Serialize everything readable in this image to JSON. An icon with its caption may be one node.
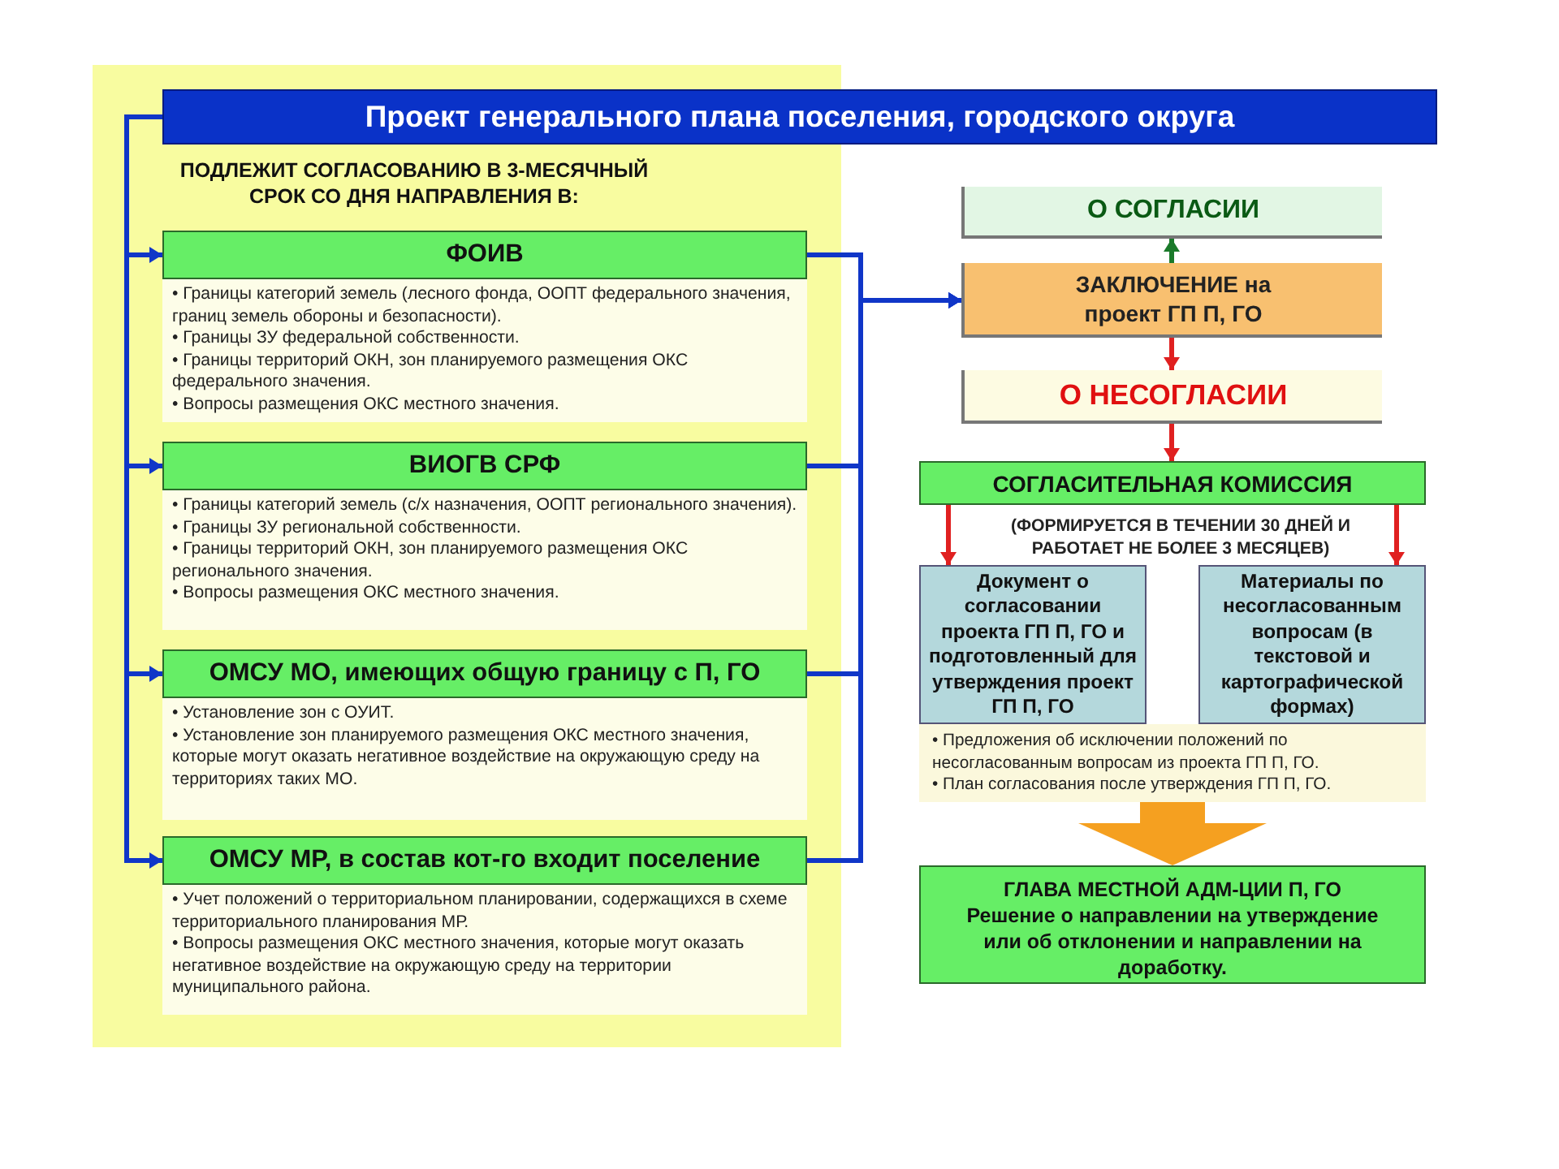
{
  "diagram": {
    "nodes": [
      {
        "text": [
          "Проект  генерального плана поселения, городского округа"
        ]
      },
      {
        "text": [
          "ПОДЛЕЖИТ СОГЛАСОВАНИЮ  В 3-МЕСЯЧНЫЙ СРОК СО ДНЯ НАПРАВЛЕНИЯ  В:"
        ]
      },
      {
        "text": [
          "ФОИВ",
          "• Границы категорий земель (лесного фонда, ООПТ федерального значения, границ земель обороны и безопасности).",
          "• Границы ЗУ федеральной собственности.",
          "• Границы территорий ОКН, зон планируемого размещения ОКС федерального значения.",
          "• Вопросы размещения ОКС местного значения."
        ],
        "in": 1
      },
      {
        "text": [
          "ВИОГВ СРФ",
          "• Границы категорий земель (с/х назначения, ООПТ регионального значения).",
          "• Границы ЗУ региональной собственности.",
          "• Границы территорий ОКН, зон планируемого размещения ОКС регионального значения.",
          "• Вопросы размещения ОКС местного значения."
        ],
        "in": 1
      },
      {
        "text": [
          "ОМСУ МО, имеющих общую границу с П, ГО",
          "• Установление зон с ОУИТ.",
          "• Установление зон планируемого размещения ОКС местного значения, которые могут оказать негативное воздействие на окружающую среду на территориях таких МО."
        ],
        "in": 1
      },
      {
        "text": [
          "ОМСУ МР, в состав кот-го входит поселение",
          "• Учет положений о территориальном планировании, содержащихся в схеме территориального планирования МР.",
          "• Вопросы размещения ОКС местного значения, которые могут оказать негативное воздействие на окружающую среду на территории муниципального района."
        ],
        "in": 1
      },
      {
        "text": [
          "О СОГЛАСИИ"
        ]
      },
      {
        "text": [
          "ЗАКЛЮЧЕНИЕ на проект ГП П, ГО"
        ]
      },
      {
        "text": [
          "О НЕСОГЛАСИИ"
        ]
      },
      {
        "text": [
          "СОГЛАСИТЕЛЬНАЯ КОМИССИЯ"
        ],
        "beside": [
          "(ФОРМИРУЕТСЯ В ТЕЧЕНИИ 30 ДНЕЙ И РАБОТАЕТ НЕ БОЛЕЕ 3 МЕСЯЦЕВ)"
        ]
      },
      {
        "text": [
          "Документ о согласовании проекта ГП П, ГО и подготовленный для утверждения проект ГП П, ГО"
        ]
      },
      {
        "text": [
          "Материалы по несогласованным вопросам (в текстовой и картографической формах)"
        ]
      },
      {
        "text": [
          "• Предложения об исключении положений по несогласованным вопросам из проекта ГП П, ГО.",
          "• План согласования после утверждения ГП П, ГО."
        ]
      },
      {
        "text": [
          "ГЛАВА МЕСТНОЙ АДМ-ЦИИ П, ГО",
          "Решение о направлении на утверждение или об отклонении и направлении на доработку."
        ]
      }
    ],
    "edges": [
      {
        "from": 0,
        "to": 2,
        "arrow": "to"
      },
      {
        "from": 0,
        "to": 3,
        "arrow": "to"
      },
      {
        "from": 0,
        "to": 4,
        "arrow": "to"
      },
      {
        "from": 0,
        "to": 5,
        "arrow": "to"
      },
      {
        "from": 2,
        "to": 7,
        "arrow": "to"
      },
      {
        "from": 3,
        "to": 7,
        "arrow": "to"
      },
      {
        "from": 4,
        "to": 7,
        "arrow": "to"
      },
      {
        "from": 5,
        "to": 7,
        "arrow": "to"
      },
      {
        "from": 7,
        "to": 6,
        "arrow": "to",
        "color": "#1a7a2a"
      },
      {
        "from": 7,
        "to": 8,
        "arrow": "to",
        "color": "#e02020"
      },
      {
        "from": 8,
        "to": 9,
        "arrow": "to",
        "color": "#e02020"
      },
      {
        "from": 9,
        "to": 10,
        "arrow": "to",
        "color": "#e02020"
      },
      {
        "from": 9,
        "to": 11,
        "arrow": "to",
        "color": "#e02020"
      },
      {
        "from": 12,
        "to": 13,
        "arrow": "to",
        "style": "thick",
        "color": "#f5a020"
      }
    ]
  }
}
